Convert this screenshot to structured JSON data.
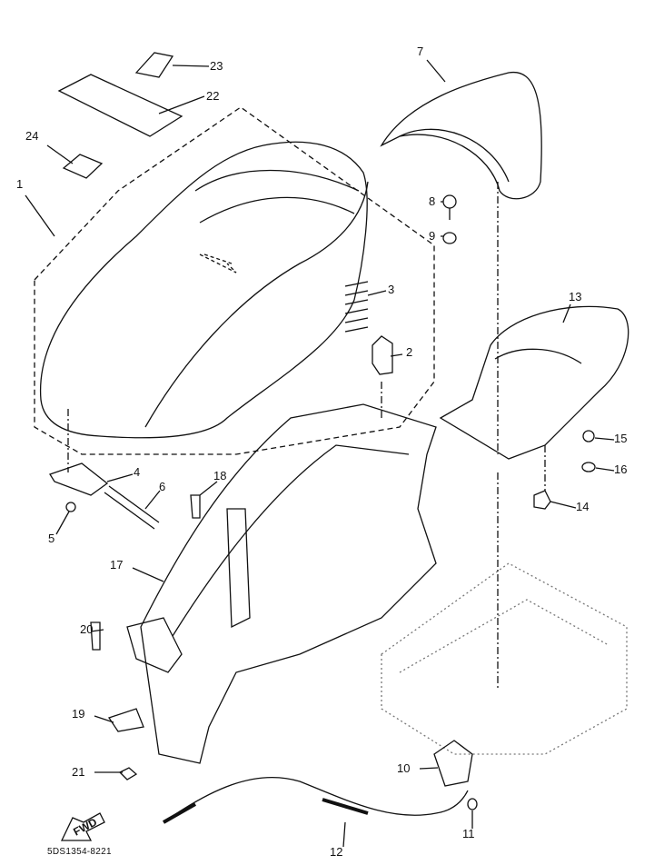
{
  "diagram": {
    "part_code": "5DS1354-8221",
    "direction_label": "FWD",
    "callouts": [
      {
        "id": "23",
        "label": "23"
      },
      {
        "id": "22",
        "label": "22"
      },
      {
        "id": "24",
        "label": "24"
      },
      {
        "id": "1",
        "label": "1"
      },
      {
        "id": "7",
        "label": "7"
      },
      {
        "id": "8",
        "label": "8"
      },
      {
        "id": "9",
        "label": "9"
      },
      {
        "id": "3",
        "label": "3"
      },
      {
        "id": "2",
        "label": "2"
      },
      {
        "id": "13",
        "label": "13"
      },
      {
        "id": "15",
        "label": "15"
      },
      {
        "id": "16",
        "label": "16"
      },
      {
        "id": "14",
        "label": "14"
      },
      {
        "id": "4",
        "label": "4"
      },
      {
        "id": "6",
        "label": "6"
      },
      {
        "id": "5",
        "label": "5"
      },
      {
        "id": "18",
        "label": "18"
      },
      {
        "id": "17",
        "label": "17"
      },
      {
        "id": "20",
        "label": "20"
      },
      {
        "id": "19",
        "label": "19"
      },
      {
        "id": "21",
        "label": "21"
      },
      {
        "id": "10",
        "label": "10"
      },
      {
        "id": "11",
        "label": "11"
      },
      {
        "id": "12",
        "label": "12"
      }
    ],
    "colors": {
      "line": "#111111",
      "background": "#ffffff"
    }
  }
}
